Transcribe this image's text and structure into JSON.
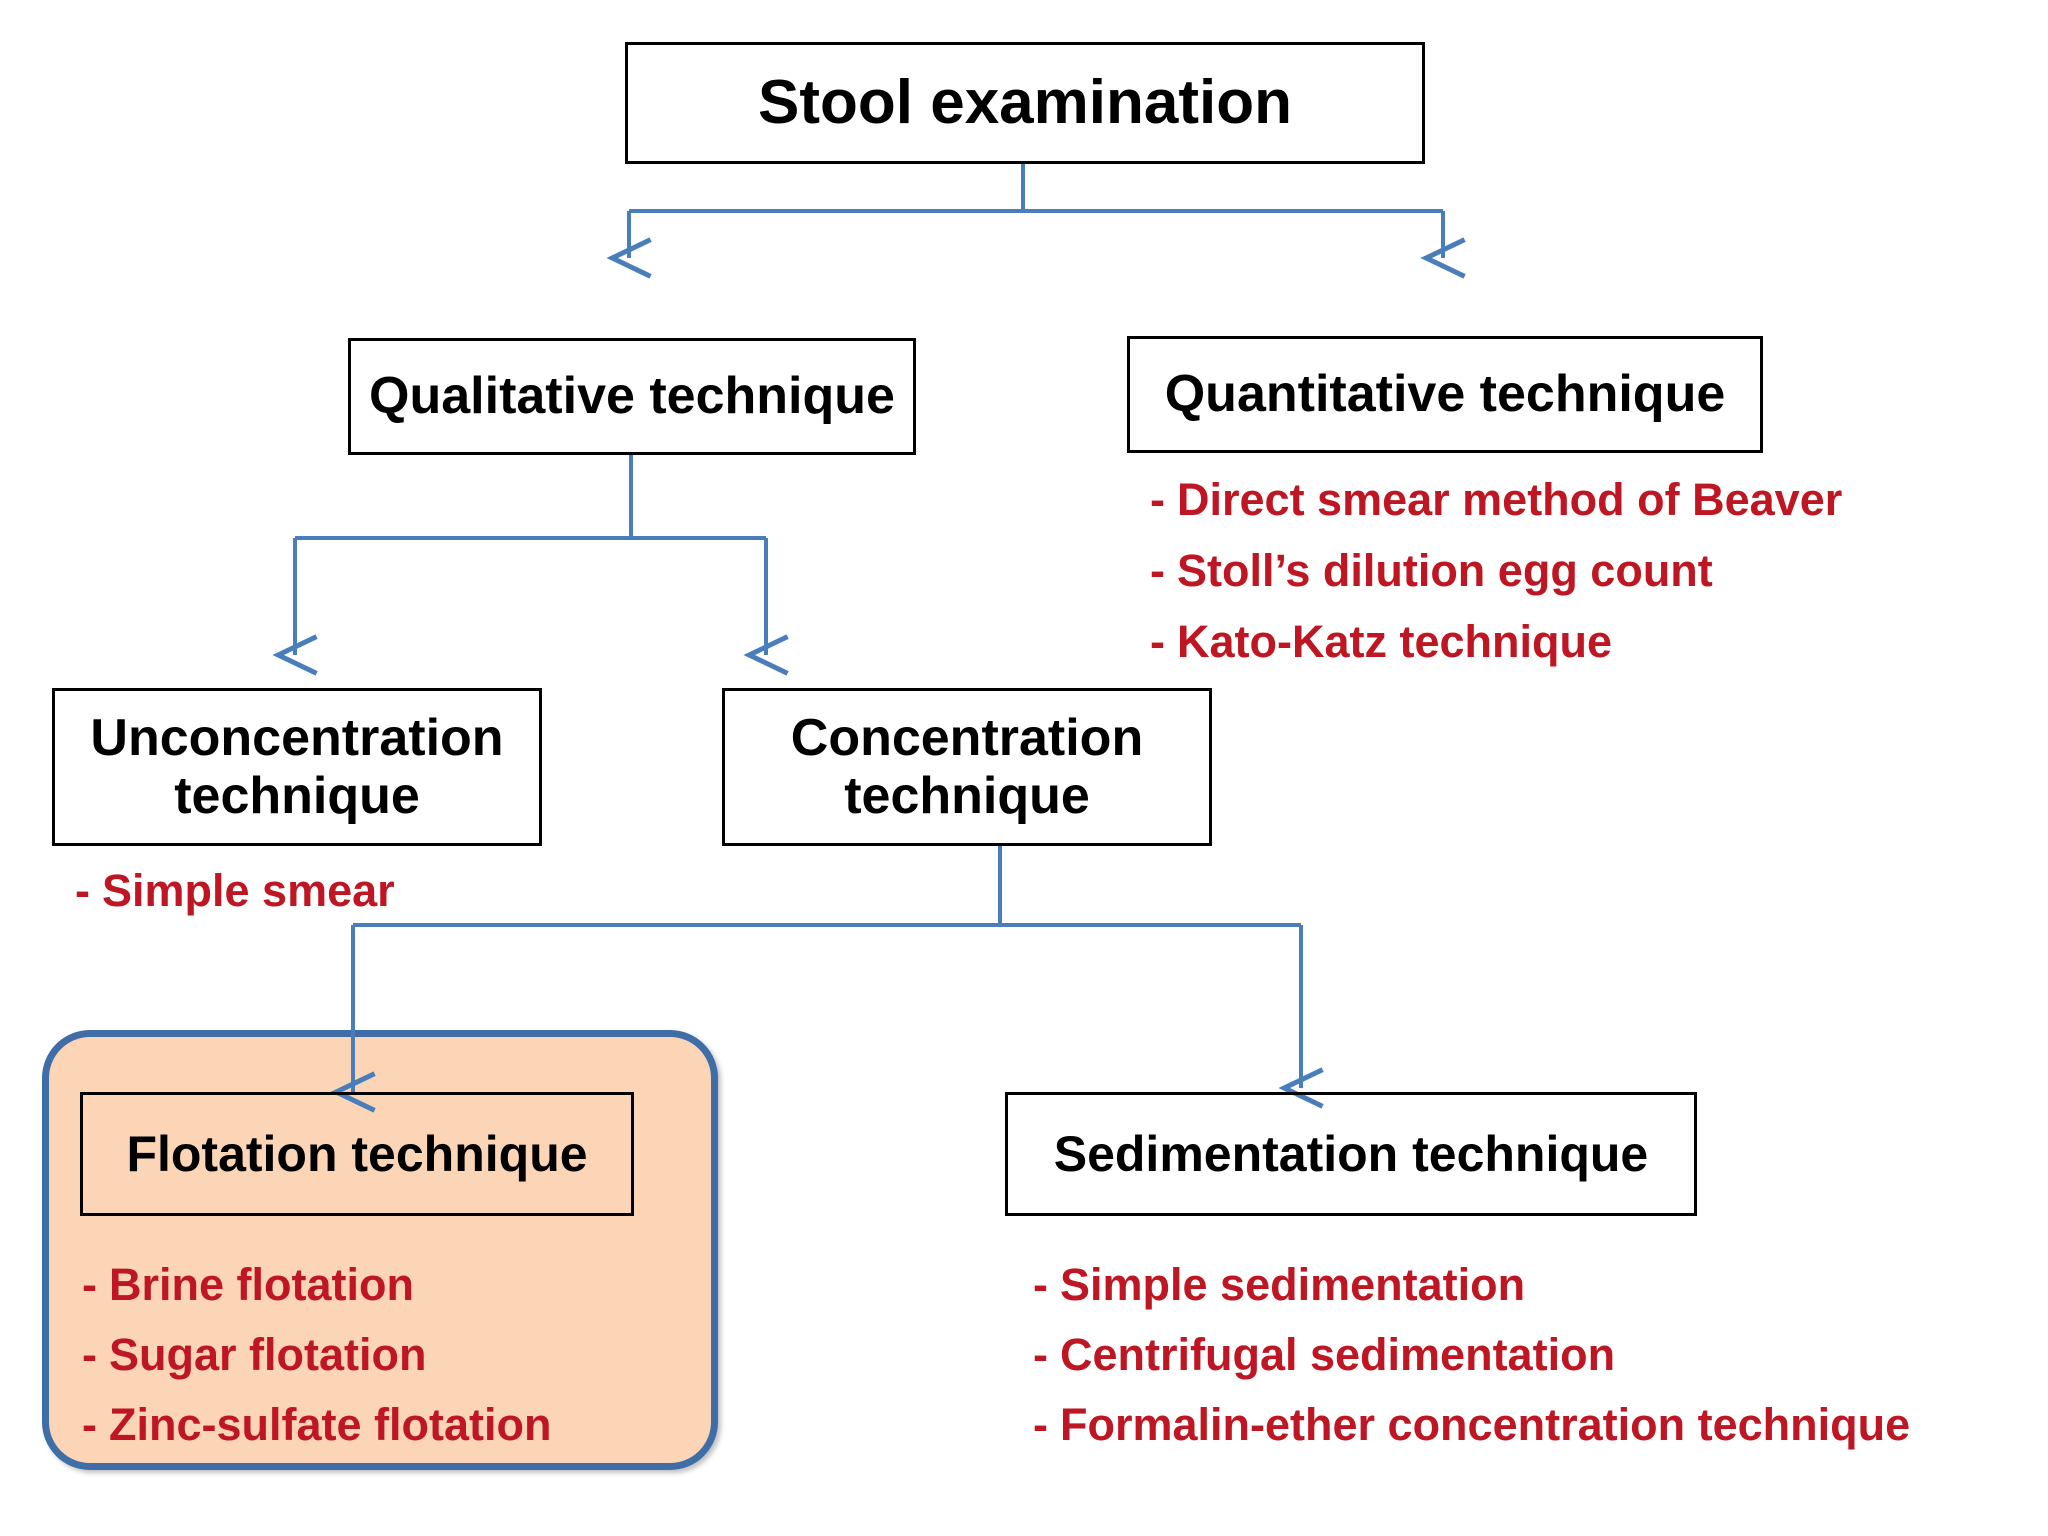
{
  "diagram": {
    "title_node": {
      "label": "Stool examination"
    },
    "level2": [
      {
        "label": "Qualitative technique"
      },
      {
        "label": "Quantitative technique"
      }
    ],
    "level3": [
      {
        "label": "Unconcentration technique"
      },
      {
        "label": "Concentration technique"
      }
    ],
    "level4": [
      {
        "label": "Flotation technique"
      },
      {
        "label": "Sedimentation technique"
      }
    ],
    "bullets": {
      "quantitative": [
        "Direct smear method of Beaver",
        "Stoll’s dilution egg count",
        "Kato-Katz technique"
      ],
      "unconcentration": [
        "Simple smear"
      ],
      "flotation": [
        "Brine flotation",
        "Sugar flotation",
        "Zinc-sulfate flotation"
      ],
      "sedimentation": [
        "Simple sedimentation",
        "Centrifugal sedimentation",
        "Formalin-ether concentration technique"
      ]
    },
    "bullet_marker": "-",
    "colors": {
      "node_border": "#000000",
      "node_text": "#000000",
      "bullet_text": "#BE1622",
      "connector": "#4A7EBB",
      "highlight_fill": "#FBD5B5",
      "highlight_border": "#3E6DA8",
      "background": "#FFFFFF"
    }
  }
}
